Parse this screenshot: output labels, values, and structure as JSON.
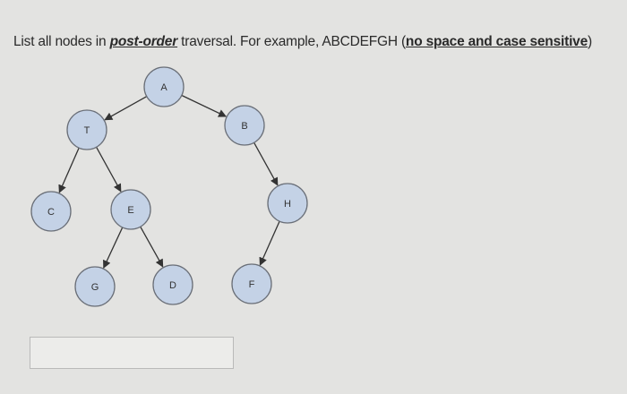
{
  "question": {
    "prefix": "List all nodes in ",
    "emphasis": "post-order",
    "middle": " traversal. For example, ABCDEFGH (",
    "note": "no space and case sensitive",
    "suffix": ")"
  },
  "tree": {
    "node_fill": "#c4d2e6",
    "node_stroke": "#6a6f78",
    "nodes": [
      "A",
      "T",
      "B",
      "C",
      "E",
      "H",
      "G",
      "D",
      "F"
    ],
    "edges": [
      [
        "A",
        "T"
      ],
      [
        "A",
        "B"
      ],
      [
        "T",
        "C"
      ],
      [
        "T",
        "E"
      ],
      [
        "E",
        "G"
      ],
      [
        "E",
        "D"
      ],
      [
        "B",
        "H"
      ],
      [
        "H",
        "F"
      ]
    ]
  },
  "answer": {
    "value": "",
    "placeholder": ""
  }
}
